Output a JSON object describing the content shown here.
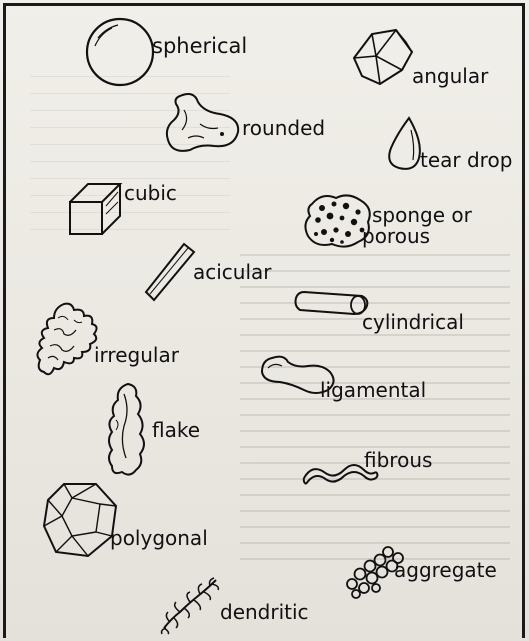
{
  "particle_shapes": [
    {
      "id": "spherical",
      "label": "spherical",
      "icon": "sphere-icon"
    },
    {
      "id": "angular",
      "label": "angular",
      "icon": "angular-particle-icon"
    },
    {
      "id": "rounded",
      "label": "rounded",
      "icon": "rounded-particle-icon"
    },
    {
      "id": "tear_drop",
      "label": "tear drop",
      "icon": "tear-drop-icon"
    },
    {
      "id": "cubic",
      "label": "cubic",
      "icon": "cube-icon"
    },
    {
      "id": "sponge",
      "label": "sponge or",
      "label2": "porous",
      "icon": "sponge-particle-icon"
    },
    {
      "id": "acicular",
      "label": "acicular",
      "icon": "needle-particle-icon"
    },
    {
      "id": "cylindrical",
      "label": "cylindrical",
      "icon": "cylinder-icon"
    },
    {
      "id": "irregular",
      "label": "irregular",
      "icon": "irregular-particle-icon"
    },
    {
      "id": "ligamental",
      "label": "ligamental",
      "icon": "ligament-particle-icon"
    },
    {
      "id": "flake",
      "label": "flake",
      "icon": "flake-particle-icon"
    },
    {
      "id": "fibrous",
      "label": "fibrous",
      "icon": "fiber-particle-icon"
    },
    {
      "id": "polygonal",
      "label": "polygonal",
      "icon": "polygon-particle-icon"
    },
    {
      "id": "aggregate",
      "label": "aggregate",
      "icon": "aggregate-particle-icon"
    },
    {
      "id": "dendritic",
      "label": "dendritic",
      "icon": "dendrite-particle-icon"
    }
  ]
}
